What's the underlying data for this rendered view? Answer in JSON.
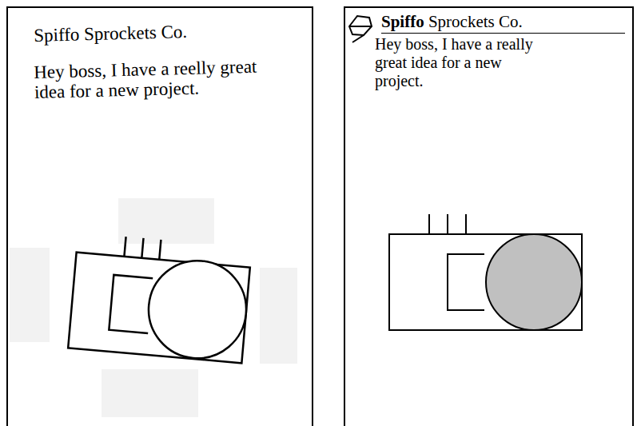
{
  "diagram": {
    "nodes": [
      {
        "text": [
          "Spiffo Sprockets Co.",
          "Hey boss, I have a reelly great idea for a new project."
        ]
      },
      {
        "text": [
          "Spiffo Sprockets Co.",
          "Hey boss, I have a really great idea for a new project."
        ]
      }
    ]
  }
}
